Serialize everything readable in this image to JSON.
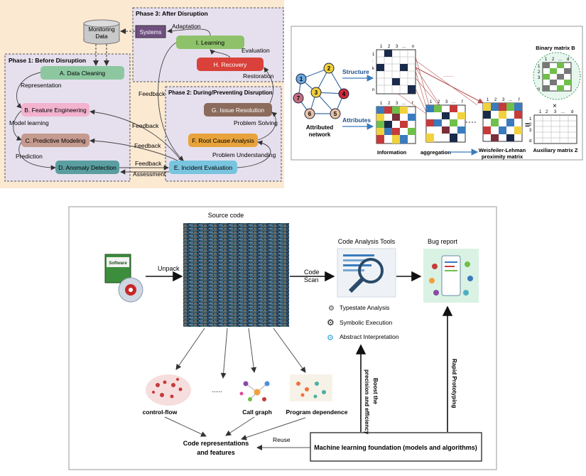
{
  "panel1": {
    "monitoring": "Monitoring",
    "monitoring2": "Data",
    "systems": "Systems",
    "phase3": "Phase 3: After Disruption",
    "phase1": "Phase 1: Before Disruption",
    "phase2": "Phase 2: During/Preventing Disruption",
    "learning": "I. Learning",
    "recovery": "H. Recovery",
    "issue": "G. Issue Resolution",
    "rootcause": "F. Root Cause Analysis",
    "incident": "E. Incident Evaluation",
    "cleaning": "A. Data Cleaning",
    "feature": "B. Feature Engineering",
    "predictive": "C. Predictive Modeling",
    "anomaly": "D. Anomaly Detection",
    "adaptation": "Adaptation",
    "evaluation": "Evaluation",
    "restoration": "Restoration",
    "problem_solving": "Problem Solving",
    "problem_understanding": "Problem Understanding",
    "representation": "Representation",
    "model_learning": "Model learning",
    "prediction": "Prediction",
    "feedback": "Feedback",
    "assessment": "Assessment",
    "colors": {
      "learning": "#8dc26a",
      "recovery": "#d9413a",
      "issue": "#8b6b5b",
      "rootcause": "#e8a33c",
      "incident": "#79c4de",
      "cleaning": "#8cc7a0",
      "feature": "#f3b3cf",
      "predictive": "#c59a8f",
      "anomaly": "#5a9ea0",
      "systems": "#6f4f80"
    }
  },
  "panel2": {
    "structure": "Structure",
    "attributes": "Attributes",
    "attributed": "Attributed",
    "network": "network",
    "info_agg": "Information",
    "aggregation": "aggregation",
    "wl1": "Weisfeiler-Lehman",
    "wl2": "proximity matrix",
    "binary": "Binary matrix B",
    "aux": "Auxiliary matrix Z",
    "nodes": [
      "1",
      "2",
      "3",
      "4",
      "5",
      "6",
      "7"
    ],
    "col_hdr": [
      "1",
      "2",
      "3",
      "...",
      "n"
    ],
    "col_hdr_f": [
      "1",
      "2",
      "3",
      "...",
      "f"
    ],
    "col_hdr_d": [
      "1",
      "2",
      "...",
      "d"
    ],
    "col_hdr_z": [
      "1",
      "2",
      "3",
      "...",
      "d"
    ],
    "row_hdr": [
      "1",
      "2",
      "3",
      ":",
      "n"
    ],
    "row_hdr_k": [
      "1",
      ":",
      "k",
      ":",
      "n"
    ],
    "row_hdr_d": [
      "1",
      "2",
      "3",
      ":",
      "d"
    ],
    "eq": "=",
    "times": "×"
  },
  "panel3": {
    "source_code": "Source code",
    "unpack": "Unpack",
    "code": "Code",
    "scan": "Scan",
    "tools": "Code Analysis Tools",
    "bug_report": "Bug report",
    "typestate": "Typestate Analysis",
    "symbolic": "Symbolic Execution",
    "abstract": "Abstract Interpretation",
    "control_flow": "control-flow",
    "dots": "......",
    "call_graph": "Call graph",
    "program_dep": "Program dependence",
    "reps1": "Code representations",
    "reps2": "and features",
    "reuse": "Reuse",
    "ml_foundation": "Machine learning foundation (models and algorithms)",
    "boost1": "Boost the",
    "boost2": "precision and efficiency",
    "rapid": "Rapid Prototyping",
    "software": "Software"
  }
}
